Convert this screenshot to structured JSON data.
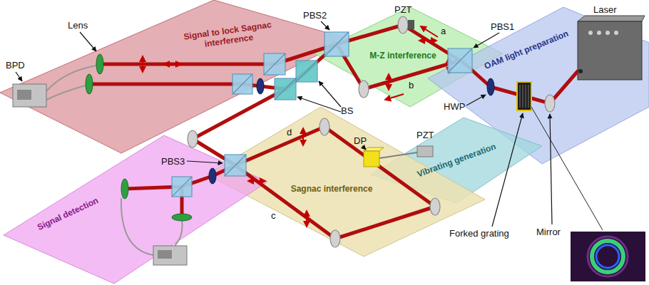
{
  "diagram": {
    "nodes": [
      {
        "text": [
          "Signal to lock Sagnac interference"
        ]
      },
      {
        "text": [
          "M-Z interference"
        ]
      },
      {
        "text": [
          "OAM light preparation"
        ]
      },
      {
        "text": [
          "Vibrating generation"
        ]
      },
      {
        "text": [
          "Sagnac interference"
        ]
      },
      {
        "text": [
          "Signal detection"
        ]
      }
    ],
    "labels": [
      "Lens",
      "BPD",
      "PBS2",
      "PZT",
      "a",
      "PBS1",
      "b",
      "Laser",
      "BS",
      "PBS3",
      "HWP",
      "d",
      "DP",
      "PZT",
      "c",
      "Forked grating",
      "Mirror"
    ]
  }
}
